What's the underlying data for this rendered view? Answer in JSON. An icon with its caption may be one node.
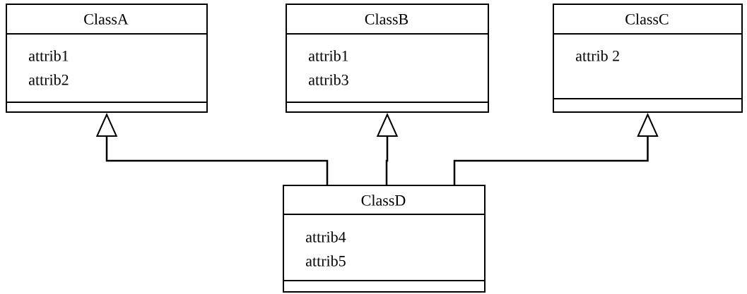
{
  "diagram": {
    "nodes": [
      {
        "text": [
          "ClassA",
          "attrib1",
          "attrib2"
        ]
      },
      {
        "text": [
          "ClassB",
          "attrib1",
          "attrib3"
        ]
      },
      {
        "text": [
          "ClassC",
          "attrib 2"
        ]
      },
      {
        "text": [
          "ClassD",
          "attrib4",
          "attrib5"
        ]
      }
    ],
    "edges": [
      {
        "from": 3,
        "to": 0,
        "arrow": "to"
      },
      {
        "from": 3,
        "to": 1,
        "arrow": "to"
      },
      {
        "from": 3,
        "to": 2,
        "arrow": "to"
      }
    ]
  }
}
